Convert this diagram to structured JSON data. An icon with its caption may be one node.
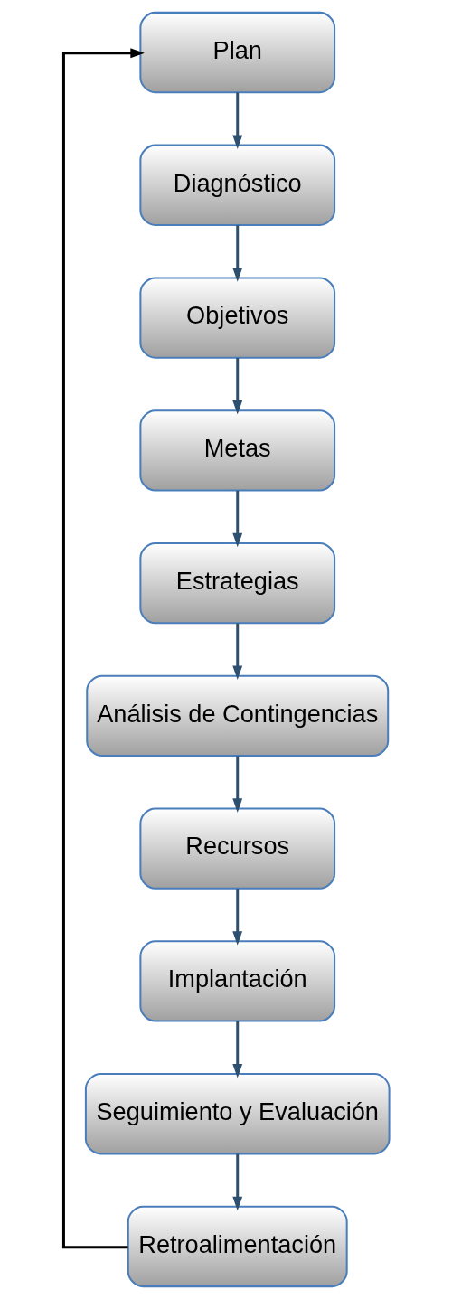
{
  "diagram": {
    "nodes": [
      {
        "text": [
          "Plan"
        ]
      },
      {
        "text": [
          "Diagnóstico"
        ]
      },
      {
        "text": [
          "Objetivos"
        ]
      },
      {
        "text": [
          "Metas"
        ]
      },
      {
        "text": [
          "Estrategias"
        ]
      },
      {
        "text": [
          "Análisis de Contingencias"
        ]
      },
      {
        "text": [
          "Recursos"
        ]
      },
      {
        "text": [
          "Implantación"
        ]
      },
      {
        "text": [
          "Seguimiento y Evaluación"
        ]
      },
      {
        "text": [
          "Retroalimentación"
        ]
      }
    ],
    "edges": [
      {
        "from": 0,
        "to": 1,
        "arrow": "to"
      },
      {
        "from": 1,
        "to": 2,
        "arrow": "to"
      },
      {
        "from": 2,
        "to": 3,
        "arrow": "to"
      },
      {
        "from": 3,
        "to": 4,
        "arrow": "to"
      },
      {
        "from": 4,
        "to": 5,
        "arrow": "to"
      },
      {
        "from": 5,
        "to": 6,
        "arrow": "to"
      },
      {
        "from": 6,
        "to": 7,
        "arrow": "to"
      },
      {
        "from": 7,
        "to": 8,
        "arrow": "to"
      },
      {
        "from": 8,
        "to": 9,
        "arrow": "to"
      },
      {
        "from": 9,
        "to": 0,
        "arrow": "to",
        "color": "#000000"
      }
    ]
  }
}
